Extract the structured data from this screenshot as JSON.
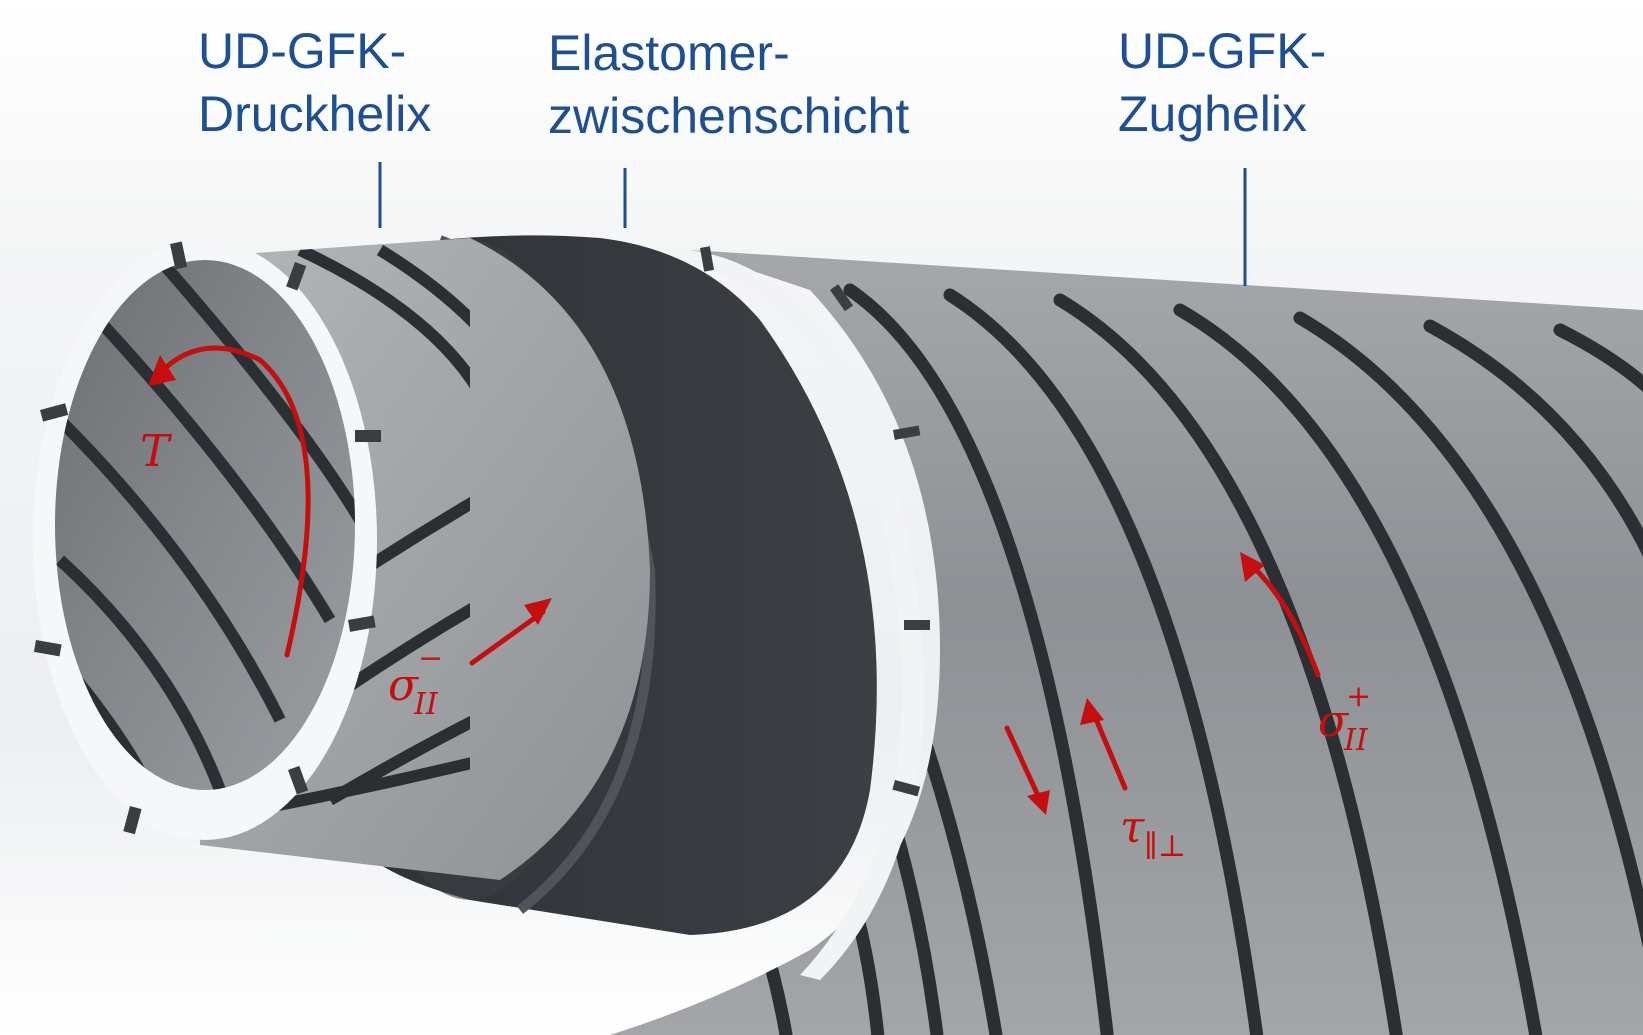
{
  "labels": {
    "inner": {
      "line1": "UD-GFK-",
      "line2": "Druckhelix"
    },
    "middle": {
      "line1": "Elastomer-",
      "line2": "zwischenschicht"
    },
    "outer": {
      "line1": "UD-GFK-",
      "line2": "Zughelix"
    }
  },
  "annotations": {
    "torque": "T",
    "sigma_comp": {
      "base": "σ",
      "sub": "II",
      "sup": "−"
    },
    "sigma_tens": {
      "base": "σ",
      "sub": "II",
      "sup": "+"
    },
    "tau": {
      "base": "τ",
      "sub": "∥⊥"
    }
  },
  "colors": {
    "label_blue": "#1d4f91",
    "annotation_red": "#c50f0f",
    "composite_grey": "#909296",
    "elastomer_dark": "#35383d",
    "stripe_dark": "#2b2e33"
  }
}
